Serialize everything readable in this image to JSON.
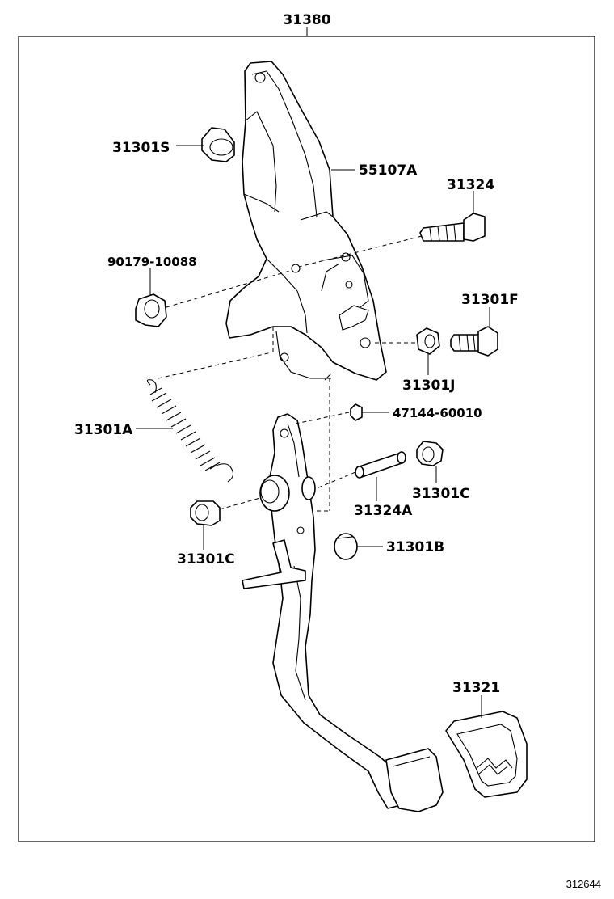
{
  "assembly_number": "31380",
  "figure_code": "312644",
  "labels": {
    "p31301S": "31301S",
    "p55107A": "55107A",
    "p31324": "31324",
    "p90179": "90179-10088",
    "p31301F": "31301F",
    "p31301J": "31301J",
    "p31301A": "31301A",
    "p47144": "47144-60010",
    "p31301C_right": "31301C",
    "p31324A": "31324A",
    "p31301C_left": "31301C",
    "p31301B": "31301B",
    "p31321": "31321"
  }
}
